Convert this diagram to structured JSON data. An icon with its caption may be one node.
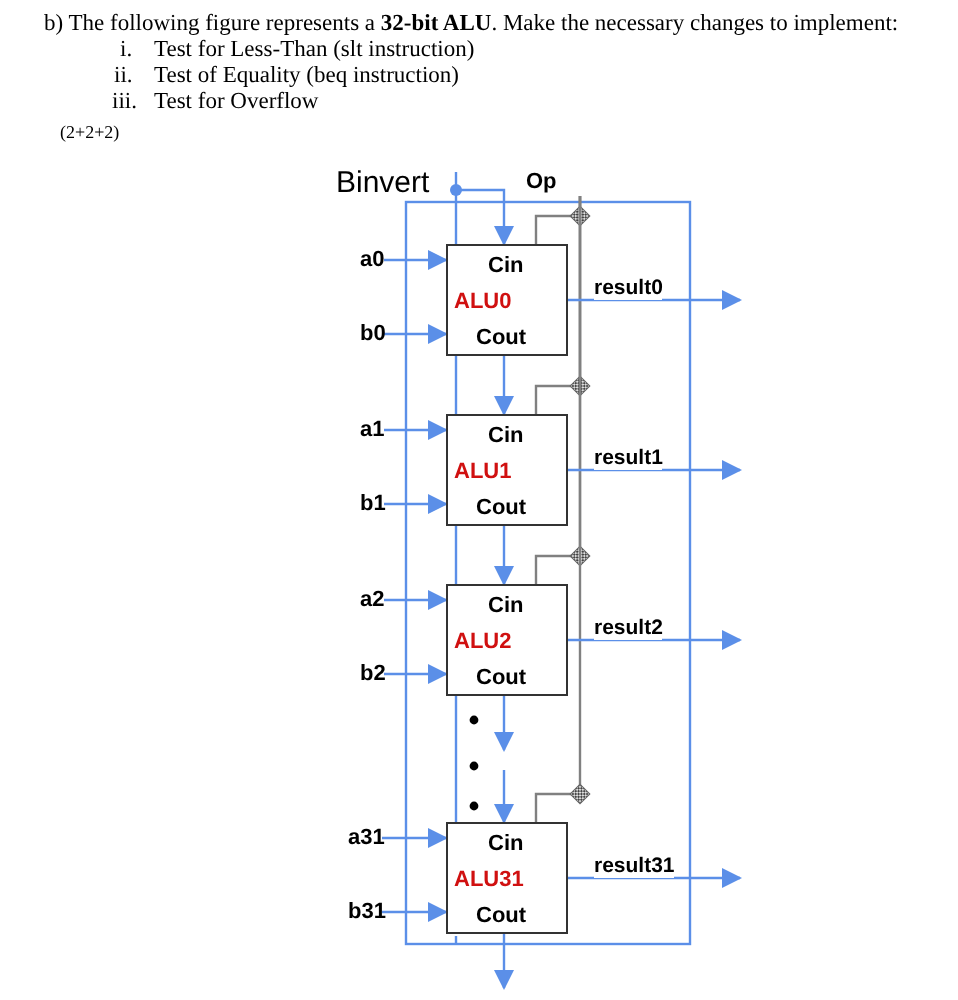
{
  "diagram": {
    "nodes": [
      {
        "text": [
          "Binvert"
        ]
      },
      {
        "text": [
          "Op"
        ]
      },
      {
        "text": [
          "a0"
        ]
      },
      {
        "text": [
          "b0"
        ]
      },
      {
        "text": [
          "Cin",
          "ALU0",
          "Cout"
        ]
      },
      {
        "text": [
          "a1"
        ]
      },
      {
        "text": [
          "b1"
        ]
      },
      {
        "text": [
          "Cin",
          "ALU1",
          "Cout"
        ]
      },
      {
        "text": [
          "a2"
        ]
      },
      {
        "text": [
          "b2"
        ]
      },
      {
        "text": [
          "Cin",
          "ALU2",
          "Cout"
        ]
      },
      {
        "text": [
          "a31"
        ]
      },
      {
        "text": [
          "b31"
        ]
      },
      {
        "text": [
          "Cin",
          "ALU31",
          "Cout"
        ]
      }
    ],
    "edges": [
      {
        "from": 0,
        "to": 4,
        "arrow": "to"
      },
      {
        "from": 1,
        "to": 4,
        "arrow": "none",
        "color": "#808080"
      },
      {
        "from": 1,
        "to": 7,
        "arrow": "none",
        "color": "#808080"
      },
      {
        "from": 1,
        "to": 10,
        "arrow": "none",
        "color": "#808080"
      },
      {
        "from": 1,
        "to": 13,
        "arrow": "none",
        "color": "#808080"
      },
      {
        "from": 2,
        "to": 4,
        "arrow": "to"
      },
      {
        "from": 3,
        "to": 4,
        "arrow": "to"
      },
      {
        "from": 5,
        "to": 7,
        "arrow": "to"
      },
      {
        "from": 6,
        "to": 7,
        "arrow": "to"
      },
      {
        "from": 8,
        "to": 10,
        "arrow": "to"
      },
      {
        "from": 9,
        "to": 10,
        "arrow": "to"
      },
      {
        "from": 11,
        "to": 13,
        "arrow": "to"
      },
      {
        "from": 12,
        "to": 13,
        "arrow": "to"
      },
      {
        "from": 4,
        "to": 7,
        "arrow": "to"
      },
      {
        "from": 7,
        "to": 10,
        "arrow": "to"
      },
      {
        "from": 10,
        "to": null,
        "arrow": "to"
      },
      {
        "from": null,
        "to": 13,
        "arrow": "to"
      },
      {
        "from": 13,
        "to": null,
        "arrow": "to"
      },
      {
        "from": 0,
        "to": 4,
        "arrow": "other"
      },
      {
        "from": 4,
        "to": 7,
        "arrow": "none"
      },
      {
        "from": 7,
        "to": 10,
        "arrow": "none"
      },
      {
        "from": 10,
        "to": 13,
        "arrow": "none"
      },
      {
        "from": 4,
        "to": null,
        "arrow": "to",
        "label": "result0"
      },
      {
        "from": 7,
        "to": null,
        "arrow": "to",
        "label": "result1"
      },
      {
        "from": 10,
        "to": null,
        "arrow": "to",
        "label": "result2"
      },
      {
        "from": 13,
        "to": null,
        "arrow": "to",
        "label": "result31"
      }
    ],
    "labels": [
      "b) The following figure represents a **32-bit ALU**. Make the necessary changes to implement:",
      "i.",
      "Test for Less-Than (slt instruction)",
      "ii.",
      "Test of Equality (beq instruction)",
      "iii.",
      "Test for Overflow",
      "(2+2+2)"
    ]
  }
}
